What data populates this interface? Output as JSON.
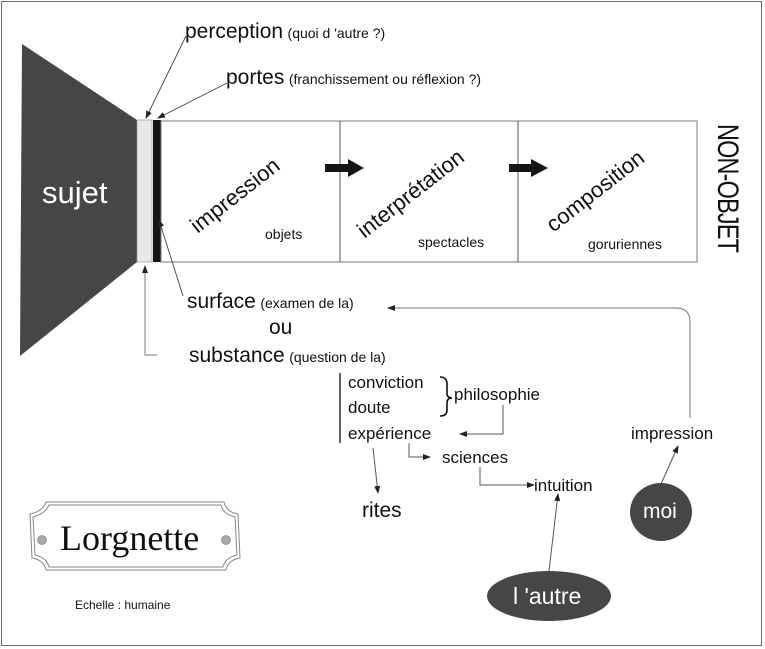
{
  "title_plaque": {
    "label": "Lorgnette"
  },
  "scale_note": "Echelle : humaine",
  "sujet": {
    "label": "sujet",
    "fill": "#464646"
  },
  "annotations": {
    "perception": {
      "term": "perception",
      "note": "(quoi d 'autre ?)"
    },
    "portes": {
      "term": "portes",
      "note": "(franchissement ou réflexion ?)"
    },
    "surface": {
      "term": "surface",
      "note": "(examen de la)"
    },
    "ou": "ou",
    "substance": {
      "term": "substance",
      "note": "(question de la)"
    }
  },
  "stages": [
    {
      "title": "impression",
      "subtitle": "objets"
    },
    {
      "title": "interprétation",
      "subtitle": "spectacles"
    },
    {
      "title": "composition",
      "subtitle": "goruriennes"
    }
  ],
  "end_label": "NON-OBJET",
  "substance_list": {
    "items": [
      "conviction",
      "doute",
      "expérience"
    ],
    "bracket_target": "philosophie",
    "rites": "rites",
    "sciences": "sciences",
    "intuition": "intuition"
  },
  "nodes": {
    "moi": {
      "label": "moi",
      "fill": "#464646"
    },
    "autre": {
      "label": "l 'autre",
      "fill": "#464646"
    },
    "impression_right": "impression"
  },
  "colors": {
    "dark_fill": "#464646",
    "black_bar": "#151515",
    "light_bar": "#e8e8e8",
    "line": "#6e6e6e",
    "frame": "#6e6e6e"
  }
}
